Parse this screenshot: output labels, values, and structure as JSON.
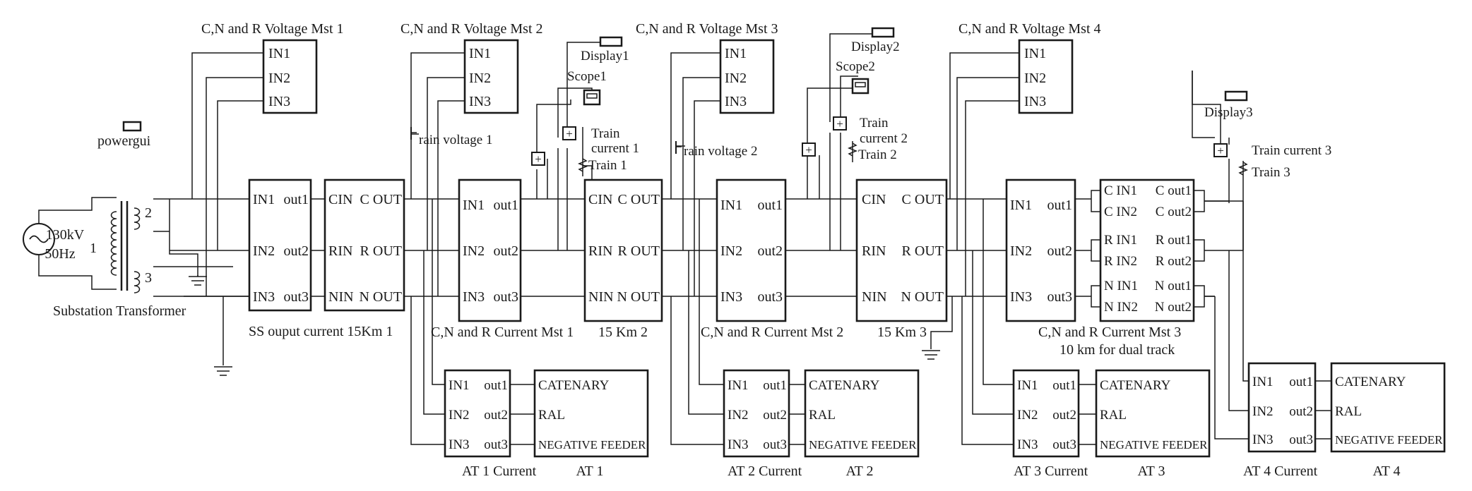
{
  "powergui": "powergui",
  "source": {
    "voltage": "130kV",
    "frequency": "50Hz"
  },
  "transformer": {
    "label": "Substation Transformer",
    "winding_primary": "1",
    "winding_secondary_top": "2",
    "winding_secondary_bottom": "3"
  },
  "ss_output": {
    "label": "SS ouput current 15Km 1",
    "in": [
      "IN1",
      "IN2",
      "IN3"
    ],
    "out": [
      "out1",
      "out2",
      "out3"
    ]
  },
  "section1": {
    "in": [
      "CIN",
      "RIN",
      "NIN"
    ],
    "out": [
      "C OUT",
      "R OUT",
      "N OUT"
    ]
  },
  "section2": {
    "label": "15 Km 2",
    "in": [
      "CIN",
      "RIN",
      "NIN"
    ],
    "out": [
      "C OUT",
      "R OUT",
      "N OUT"
    ]
  },
  "section3": {
    "label": "15 Km 3",
    "in": [
      "CIN",
      "RIN",
      "NIN"
    ],
    "out": [
      "C OUT",
      "R OUT",
      "N OUT"
    ]
  },
  "voltage_msts": [
    {
      "label": "C,N and R Voltage Mst 1",
      "ports": [
        "IN1",
        "IN2",
        "IN3"
      ]
    },
    {
      "label": "C,N and R Voltage Mst 2",
      "ports": [
        "IN1",
        "IN2",
        "IN3"
      ]
    },
    {
      "label": "C,N and R Voltage Mst 3",
      "ports": [
        "IN1",
        "IN2",
        "IN3"
      ]
    },
    {
      "label": "C,N and R Voltage Mst 4",
      "ports": [
        "IN1",
        "IN2",
        "IN3"
      ]
    }
  ],
  "current_msts": [
    {
      "label": "C,N and R Current Mst  1",
      "in": [
        "IN1",
        "IN2",
        "IN3"
      ],
      "out": [
        "out1",
        "out2",
        "out3"
      ]
    },
    {
      "label": "C,N and R Current Mst 2",
      "in": [
        "IN1",
        "IN2",
        "IN3"
      ],
      "out": [
        "out1",
        "out2",
        "out3"
      ]
    },
    {
      "label": "C,N and R Current Mst 3",
      "in": [
        "IN1",
        "IN2",
        "IN3"
      ],
      "out": [
        "out1",
        "out2",
        "out3"
      ]
    }
  ],
  "dual_track": {
    "label": "10 km for dual track",
    "in": [
      "C IN1",
      "C IN2",
      "R IN1",
      "R IN2",
      "N IN1",
      "N IN2"
    ],
    "out": [
      "C out1",
      "C out2",
      "R out1",
      "R out2",
      "N out1",
      "N out2"
    ]
  },
  "train_voltages": [
    "rain voltage 1",
    "rain voltage 2"
  ],
  "displays": [
    "Display1",
    "Display2",
    "Display3"
  ],
  "scopes": [
    "Scope1",
    "Scope2"
  ],
  "train_currents": [
    {
      "line1": "Train",
      "line2": "current 1"
    },
    {
      "line1": "Train",
      "line2": "current 2"
    },
    {
      "line1": "Train current 3",
      "line2": ""
    }
  ],
  "trains": [
    "Train 1",
    "Train 2",
    "Train 3"
  ],
  "at_currents": [
    {
      "label": "AT 1 Current",
      "in": [
        "IN1",
        "IN2",
        "IN3"
      ],
      "out": [
        "out1",
        "out2",
        "out3"
      ]
    },
    {
      "label": "AT 2 Current",
      "in": [
        "IN1",
        "IN2",
        "IN3"
      ],
      "out": [
        "out1",
        "out2",
        "out3"
      ]
    },
    {
      "label": "AT 3 Current",
      "in": [
        "IN1",
        "IN2",
        "IN3"
      ],
      "out": [
        "out1",
        "out2",
        "out3"
      ]
    },
    {
      "label": "AT 4 Current",
      "in": [
        "IN1",
        "IN2",
        "IN3"
      ],
      "out": [
        "out1",
        "out2",
        "out3"
      ]
    }
  ],
  "autotransformers": [
    {
      "label": "AT 1",
      "ports": [
        "CATENARY",
        "RAL",
        "NEGATIVE FEEDER"
      ]
    },
    {
      "label": "AT 2",
      "ports": [
        "CATENARY",
        "RAL",
        "NEGATIVE FEEDER"
      ]
    },
    {
      "label": "AT 3",
      "ports": [
        "CATENARY",
        "RAL",
        "NEGATIVE FEEDER"
      ]
    },
    {
      "label": "AT 4",
      "ports": [
        "CATENARY",
        "RAL",
        "NEGATIVE FEEDER"
      ]
    }
  ],
  "colors": {
    "line": "#1a1a1a",
    "background": "#ffffff"
  }
}
